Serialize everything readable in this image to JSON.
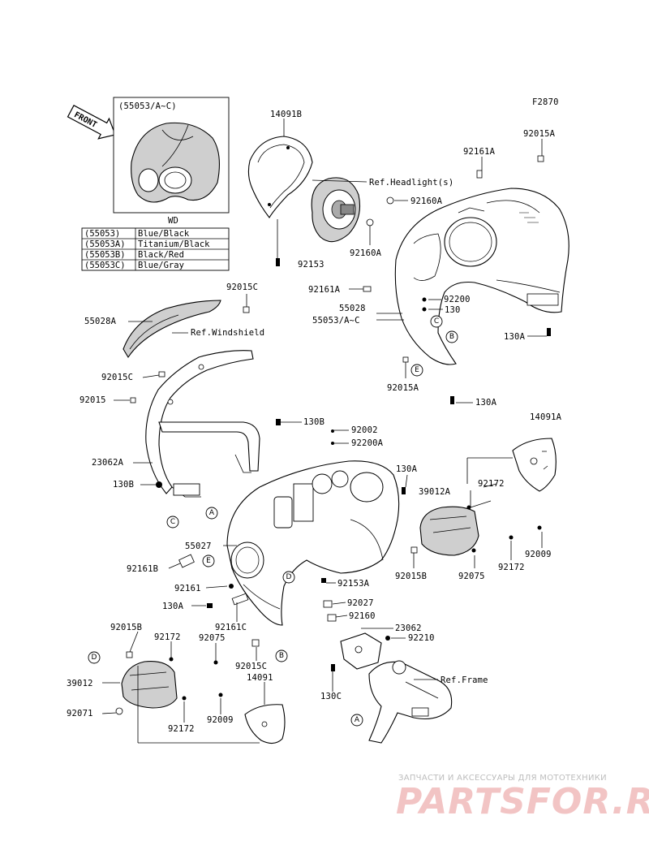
{
  "diagram_code": "F2870",
  "front_label": "FRONT",
  "inset": {
    "title": "(55053/A~C)",
    "table": {
      "header": "WD",
      "rows": [
        [
          "(55053)",
          "Blue/Black"
        ],
        [
          "(55053A)",
          "Titanium/Black"
        ],
        [
          "(55053B)",
          "Black/Red"
        ],
        [
          "(55053C)",
          "Blue/Gray"
        ]
      ]
    }
  },
  "labels": {
    "l14091B": "14091B",
    "l92015A_top": "92015A",
    "l92161A_top": "92161A",
    "lRefHeadlight": "Ref.Headlight(s)",
    "l92160A_a": "92160A",
    "l92160A_b": "92160A",
    "l92153": "92153",
    "l92161A_mid": "92161A",
    "l92200": "92200",
    "l130_a": "130",
    "l55028": "55028",
    "l55053AC": "55053/A~C",
    "l130A_right": "130A",
    "l92015A_low": "92015A",
    "l130A_low": "130A",
    "l92015C_top": "92015C",
    "l55028A": "55028A",
    "lRefWindshield": "Ref.Windshield",
    "l92015C_mid": "92015C",
    "l92015": "92015",
    "l130B_a": "130B",
    "l92002": "92002",
    "l92200A": "92200A",
    "l14091A": "14091A",
    "l23062A": "23062A",
    "l130A_c": "130A",
    "l39012A": "39012A",
    "l92172_a": "92172",
    "l130B_b": "130B",
    "l55027": "55027",
    "l92009_a": "92009",
    "l92172_b": "92172",
    "l92015B_a": "92015B",
    "l92075_a": "92075",
    "l92161B": "92161B",
    "l92153A": "92153A",
    "l92161": "92161",
    "l130A_d": "130A",
    "l92027": "92027",
    "l92161C": "92161C",
    "l92160": "92160",
    "l23062": "23062",
    "l92015B_b": "92015B",
    "l92172_c": "92172",
    "l92075_b": "92075",
    "l92210": "92210",
    "l92015C_low": "92015C",
    "lRefFrame": "Ref.Frame",
    "l39012": "39012",
    "l14091": "14091",
    "l130C": "130C",
    "l92071": "92071",
    "l92009_b": "92009",
    "l92172_d": "92172"
  },
  "callouts": {
    "A": "A",
    "B": "B",
    "C": "C",
    "D": "D",
    "E": "E"
  },
  "footer": {
    "caption": "ЗАПЧАСТИ И АКСЕССУАРЫ ДЛЯ МОТОТЕХНИКИ",
    "logo": "PARTSFOR.RU"
  }
}
